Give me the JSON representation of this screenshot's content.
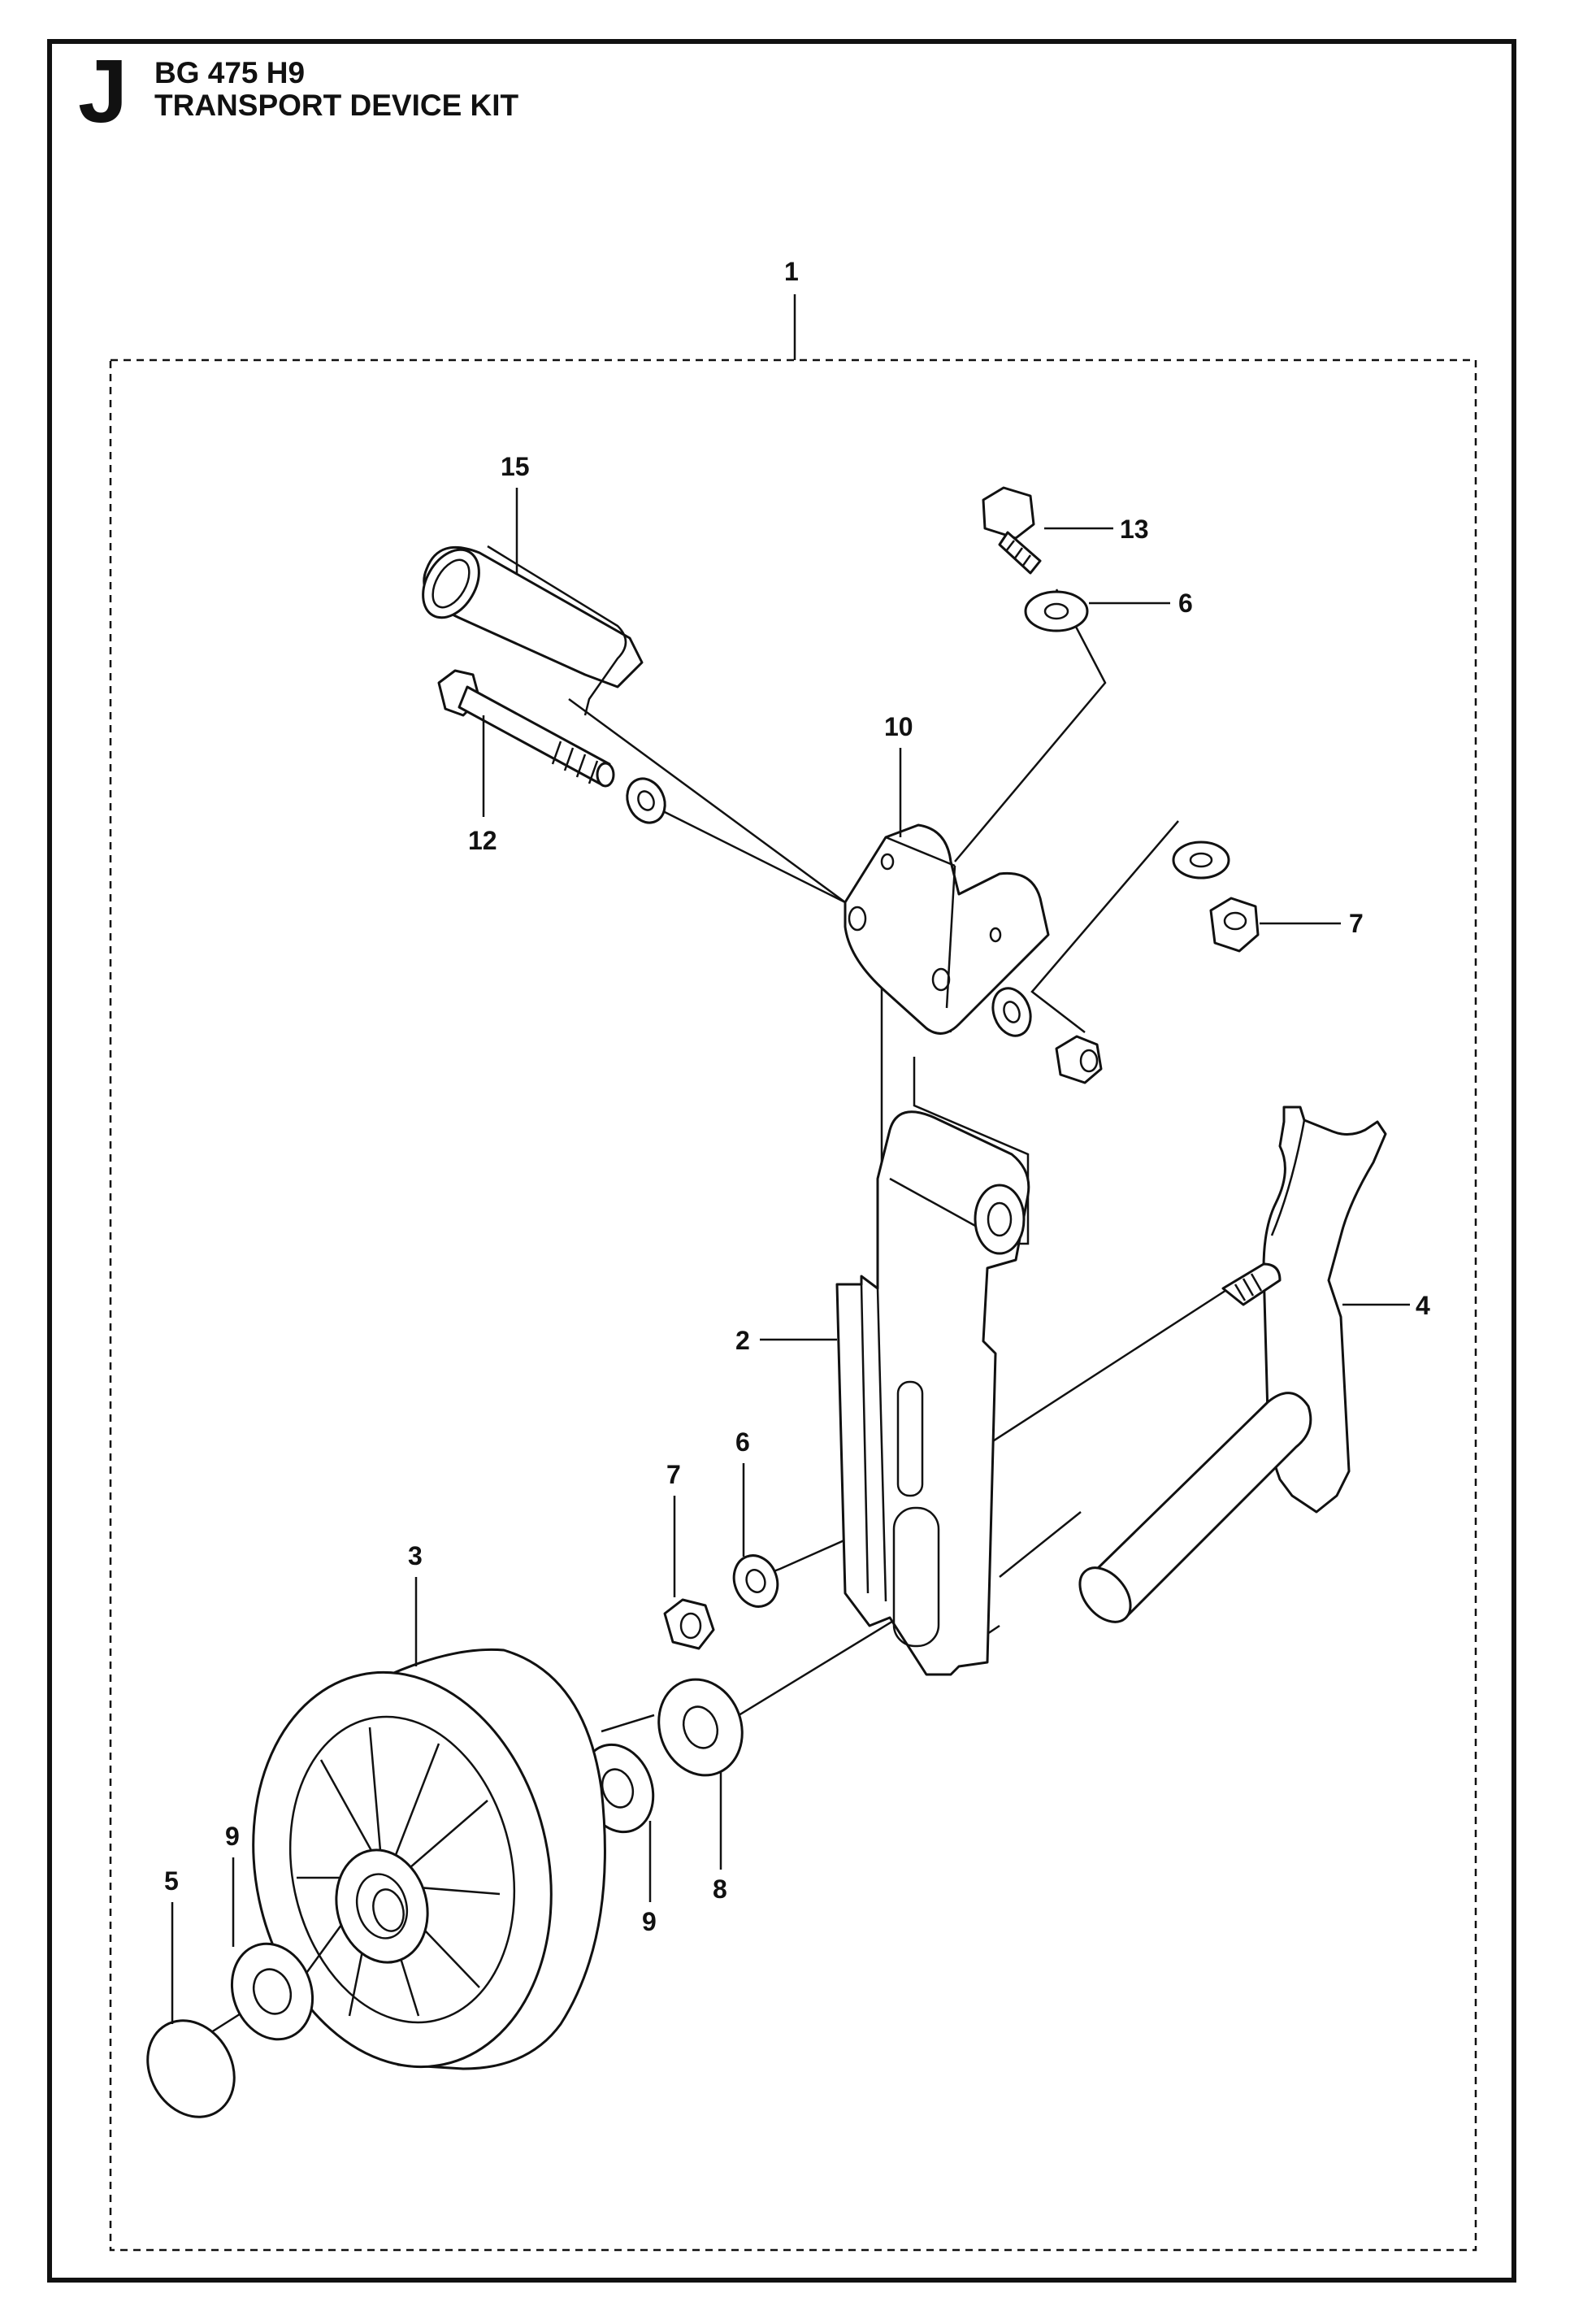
{
  "header": {
    "section_letter": "J",
    "model": "BG 475 H9",
    "title": "TRANSPORT DEVICE KIT"
  },
  "callouts": [
    {
      "id": "c1",
      "label": "1"
    },
    {
      "id": "c15",
      "label": "15"
    },
    {
      "id": "c13",
      "label": "13"
    },
    {
      "id": "c6a",
      "label": "6"
    },
    {
      "id": "c10",
      "label": "10"
    },
    {
      "id": "c12",
      "label": "12"
    },
    {
      "id": "c7a",
      "label": "7"
    },
    {
      "id": "c4",
      "label": "4"
    },
    {
      "id": "c2",
      "label": "2"
    },
    {
      "id": "c6b",
      "label": "6"
    },
    {
      "id": "c7b",
      "label": "7"
    },
    {
      "id": "c3",
      "label": "3"
    },
    {
      "id": "c9a",
      "label": "9"
    },
    {
      "id": "c5",
      "label": "5"
    },
    {
      "id": "c9b",
      "label": "9"
    },
    {
      "id": "c8",
      "label": "8"
    }
  ]
}
